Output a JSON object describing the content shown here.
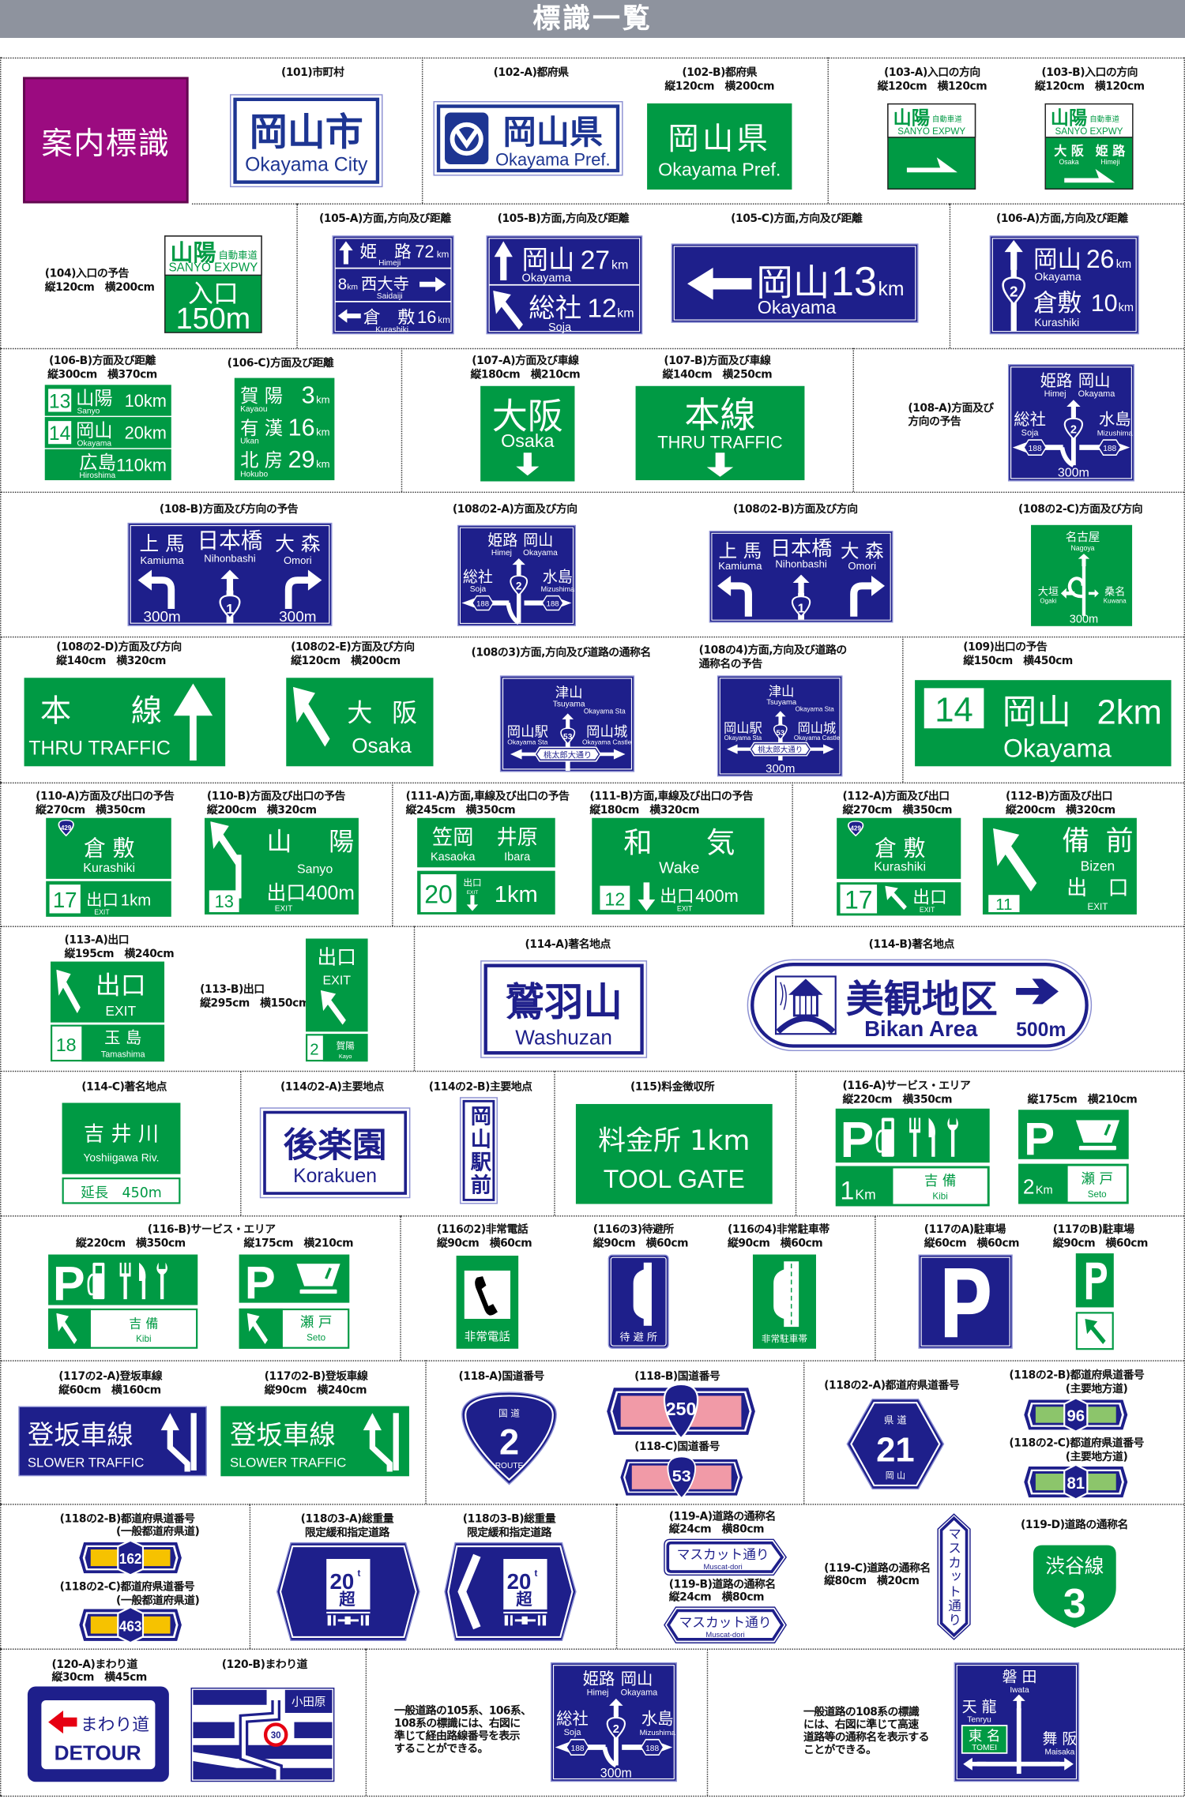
{
  "page_title": "標識一覧",
  "category": "案内標識",
  "colors": {
    "guide_blue": "#1e1f8b",
    "guide_green": "#009a44",
    "category_purple": "#9b0b80",
    "title_gray": "#8e939e",
    "route_pink": "#f19aa7",
    "main_pref_route_green": "#8cc56b",
    "pref_route_yellow": "#f6c200",
    "detour_red": "#e60012"
  },
  "s101": {
    "label": "(101)市町村",
    "jp": "岡山市",
    "en": "Okayama City"
  },
  "s102a": {
    "label": "(102-A)都府県",
    "jp": "岡山県",
    "en": "Okayama Pref."
  },
  "s102b": {
    "label": "(102-B)都府県",
    "dims": "縦120cm　横200cm",
    "jp": "岡山県",
    "en": "Okayama Pref."
  },
  "s103a": {
    "label": "(103-A)入口の方向",
    "dims": "縦120cm　横120cm",
    "name_jp": "山陽",
    "name_suffix": "自動車道",
    "name_en": "SANYO EXPWY"
  },
  "s103b": {
    "label": "(103-B)入口の方向",
    "dims": "縦120cm　横120cm",
    "name_jp": "山陽",
    "name_suffix": "自動車道",
    "name_en": "SANYO EXPWY",
    "dest1_jp": "大 阪",
    "dest1_en": "Osaka",
    "dest2_jp": "姫 路",
    "dest2_en": "Himeji"
  },
  "s104": {
    "label": "(104)入口の予告",
    "dims": "縦120cm　横200cm",
    "name_jp": "山陽",
    "name_suffix": "自動車道",
    "name_en": "SANYO EXPWY",
    "entrance": "入口",
    "distance": "150m"
  },
  "s105a": {
    "label": "(105-A)方面,方向及び距離",
    "rows": [
      {
        "jp": "姫　路",
        "en": "Himeji",
        "dist": "72",
        "unit": "km"
      },
      {
        "jp": "西大寺",
        "en": "Saidaiji",
        "dist": "8",
        "unit": "km"
      },
      {
        "jp": "倉　敷",
        "en": "Kurashiki",
        "dist": "16",
        "unit": "km"
      }
    ]
  },
  "s105b": {
    "label": "(105-B)方面,方向及び距離",
    "rows": [
      {
        "jp": "岡山",
        "en": "Okayama",
        "dist": "27",
        "unit": "km"
      },
      {
        "jp": "総社",
        "en": "Soja",
        "dist": "12",
        "unit": "km"
      }
    ]
  },
  "s105c": {
    "label": "(105-C)方面,方向及び距離",
    "jp": "岡山",
    "en": "Okayama",
    "dist": "13",
    "unit": "km"
  },
  "s106a": {
    "label": "(106-A)方面,方向及び距離",
    "route": "2",
    "rows": [
      {
        "jp": "岡山",
        "en": "Okayama",
        "dist": "26",
        "unit": "km"
      },
      {
        "jp": "倉敷",
        "en": "Kurashiki",
        "dist": "10",
        "unit": "km"
      }
    ]
  },
  "s106b": {
    "label": "(106-B)方面及び距離",
    "dims": "縦300cm　横370cm",
    "rows": [
      {
        "num": "13",
        "jp": "山陽",
        "en": "Sanyo",
        "dist": "10km"
      },
      {
        "num": "14",
        "jp": "岡山",
        "en": "Okayama",
        "dist": "20km"
      },
      {
        "jp": "広島",
        "en": "Hiroshima",
        "dist": "110km"
      }
    ]
  },
  "s106c": {
    "label": "(106-C)方面及び距離",
    "rows": [
      {
        "jp": "賀 陽",
        "en": "Kayaou",
        "dist": "3",
        "unit": "km"
      },
      {
        "jp": "有 漢",
        "en": "Ukan",
        "dist": "16",
        "unit": "km"
      },
      {
        "jp": "北 房",
        "en": "Hokubo",
        "dist": "29",
        "unit": "km"
      }
    ]
  },
  "s107a": {
    "label": "(107-A)方面及び車線",
    "dims": "縦180cm　横210cm",
    "jp": "大阪",
    "en": "Osaka"
  },
  "s107b": {
    "label": "(107-B)方面及び車線",
    "dims": "縦140cm　横250cm",
    "jp": "本線",
    "en": "THRU TRAFFIC"
  },
  "s108a": {
    "label_lines": [
      "(108-A)方面及び",
      "方向の予告"
    ],
    "up_left_jp": "姫路",
    "up_left_en": "Himej",
    "up_right_jp": "岡山",
    "up_right_en": "Okayama",
    "left_jp": "総社",
    "left_en": "Soja",
    "right_jp": "水島",
    "right_en": "Mizushima",
    "route": "2",
    "pref_route": "188",
    "dist": "300m"
  },
  "s108b": {
    "label": "(108-B)方面及び方向の予告",
    "left_jp": "上 馬",
    "left_en": "Kamiuma",
    "center_jp": "日本橋",
    "center_en": "Nihonbashi",
    "right_jp": "大 森",
    "right_en": "Omori",
    "route": "1",
    "dist": "300m"
  },
  "s108_2a": {
    "label": "(108の2-A)方面及び方向",
    "up_left_jp": "姫路",
    "up_left_en": "Himej",
    "up_right_jp": "岡山",
    "up_right_en": "Okayama",
    "left_jp": "総社",
    "left_en": "Soja",
    "right_jp": "水島",
    "right_en": "Mizushima",
    "route": "2",
    "pref_route": "188"
  },
  "s108_2b": {
    "label": "(108の2-B)方面及び方向",
    "left_jp": "上 馬",
    "left_en": "Kamiuma",
    "center_jp": "日本橋",
    "center_en": "Nihonbashi",
    "right_jp": "大 森",
    "right_en": "Omori",
    "route": "1"
  },
  "s108_2c": {
    "label": "(108の2-C)方面及び方向",
    "up_jp": "名古屋",
    "up_en": "Nagoya",
    "left_jp": "大垣",
    "left_en": "Ogaki",
    "right_jp": "桑名",
    "right_en": "Kuwana",
    "dist": "300m"
  },
  "s108_2d": {
    "label": "(108の2-D)方面及び方向",
    "dims": "縦140cm　横320cm",
    "jp_1": "本",
    "jp_2": "線",
    "en": "THRU TRAFFIC"
  },
  "s108_2e": {
    "label": "(108の2-E)方面及び方向",
    "dims": "縦120cm　横200cm",
    "jp_1": "大",
    "jp_2": "阪",
    "en": "Osaka"
  },
  "s108_3": {
    "label": "(108の3)方面,方向及び道路の通称名",
    "up_jp": "津山",
    "up_en": "Tsuyama",
    "extra_en": "Okayama Sta",
    "left_jp": "岡山駅",
    "left_en": "Okayama Sta",
    "right_jp": "岡山城",
    "right_en": "Okayama Castle",
    "route": "53",
    "road_name": "桃太郎大通り"
  },
  "s108_4": {
    "label_lines": [
      "(108の4)方面,方向及び道路の",
      "通称名の予告"
    ],
    "up_jp": "津山",
    "up_en": "Tsuyama",
    "extra_en": "Okayama Sta",
    "left_jp": "岡山駅",
    "left_en": "Okayama Sta",
    "right_jp": "岡山城",
    "right_en": "Okayama Castle",
    "route": "53",
    "road_name": "桃太郎大通り",
    "dist": "300m"
  },
  "s109": {
    "label": "(109)出口の予告",
    "dims": "縦150cm　横450cm",
    "exit_num": "14",
    "jp": "岡山",
    "dist": "2km",
    "en": "Okayama"
  },
  "s110a": {
    "label": "(110-A)方面及び出口の予告",
    "dims": "縦270cm　横350cm",
    "route": "429",
    "jp": "倉 敷",
    "en": "Kurashiki",
    "exit_num": "17",
    "exit_jp": "出口",
    "dist": "1km",
    "exit_en": "EXIT"
  },
  "s110b": {
    "label": "(110-B)方面及び出口の予告",
    "dims": "縦200cm　横320cm",
    "jp_1": "山",
    "jp_2": "陽",
    "en": "Sanyo",
    "exit_jp": "出口",
    "dist": "400m",
    "exit_en": "EXIT",
    "exit_num": "13"
  },
  "s111a": {
    "label": "(111-A)方面,車線及び出口の予告",
    "dims": "縦245cm　横350cm",
    "left_jp": "笠岡",
    "left_en": "Kasaoka",
    "right_jp": "井原",
    "right_en": "Ibara",
    "exit_num": "20",
    "exit_jp": "出口",
    "exit_en": "EXIT",
    "dist": "1km"
  },
  "s111b": {
    "label": "(111-B)方面,車線及び出口の予告",
    "dims": "縦180cm　横320cm",
    "jp_1": "和",
    "jp_2": "気",
    "en": "Wake",
    "exit_num": "12",
    "exit_jp": "出口",
    "dist": "400m",
    "exit_en": "EXIT"
  },
  "s112a": {
    "label": "(112-A)方面及び出口",
    "dims": "縦270cm　横350cm",
    "route": "429",
    "jp": "倉 敷",
    "en": "Kurashiki",
    "exit_num": "17",
    "exit_jp": "出口",
    "exit_en": "EXIT"
  },
  "s112b": {
    "label": "(112-B)方面及び出口",
    "dims": "縦200cm　横320cm",
    "jp_1": "備",
    "jp_2": "前",
    "en": "Bizen",
    "exit_jp": "出　口",
    "exit_en": "EXIT",
    "exit_num": "11"
  },
  "s113a": {
    "label": "(113-A)出口",
    "dims": "縦195cm　横240cm",
    "exit_jp": "出口",
    "exit_en": "EXIT",
    "exit_num": "18",
    "jp": "玉 島",
    "en": "Tamashima"
  },
  "s113b": {
    "label": "(113-B)出口",
    "dims": "縦295cm　横150cm",
    "exit_jp": "出口",
    "exit_en": "EXIT",
    "exit_num": "2",
    "jp": "賀陽",
    "en": "Kayo"
  },
  "s114a": {
    "label": "(114-A)著名地点",
    "jp": "鷲羽山",
    "en": "Washuzan"
  },
  "s114b": {
    "label": "(114-B)著名地点",
    "jp": "美観地区",
    "en": "Bikan Area",
    "dist": "500m"
  },
  "s114c": {
    "label": "(114-C)著名地点",
    "jp": "吉 井 川",
    "en": "Yoshiigawa Riv.",
    "length": "延長　450m"
  },
  "s114_2a": {
    "label": "(114の2-A)主要地点",
    "jp": "後楽園",
    "en": "Korakuen"
  },
  "s114_2b": {
    "label": "(114の2-B)主要地点",
    "jp": "岡山駅前"
  },
  "s115": {
    "label": "(115)料金徴収所",
    "jp": "料金所 1km",
    "en": "TOOL GATE"
  },
  "s116a": {
    "label": "(116-A)サービス・エリア",
    "dims_1": "縦220cm　横350cm",
    "dims_2": "縦175cm　横210cm",
    "parking": "P",
    "sign1": {
      "dist": "1",
      "unit": "Km",
      "jp": "吉 備",
      "en": "Kibi"
    },
    "sign2": {
      "dist": "2",
      "unit": "Km",
      "jp": "瀬 戸",
      "en": "Seto"
    }
  },
  "s116b": {
    "label": "(116-B)サービス・エリア",
    "dims_1": "縦220cm　横350cm",
    "dims_2": "縦175cm　横210cm",
    "parking": "P",
    "sign1": {
      "jp": "吉 備",
      "en": "Kibi"
    },
    "sign2": {
      "jp": "瀬 戸",
      "en": "Seto"
    }
  },
  "s116_2": {
    "label": "(116の2)非常電話",
    "dims": "縦90cm　横60cm",
    "text": "非常電話"
  },
  "s116_3": {
    "label": "(116の3)待避所",
    "dims": "縦90cm　横60cm",
    "text": "待 避 所"
  },
  "s116_4": {
    "label": "(116の4)非常駐車帯",
    "dims": "縦90cm　横60cm",
    "text": "非常駐車帯"
  },
  "s117a": {
    "label": "(117のA)駐車場",
    "dims": "縦60cm　横60cm"
  },
  "s117b": {
    "label": "(117のB)駐車場",
    "dims": "縦90cm　横60cm"
  },
  "s117_2a": {
    "label": "(117の2-A)登坂車線",
    "dims": "縦60cm　横160cm",
    "jp": "登坂車線",
    "en": "SLOWER TRAFFIC"
  },
  "s117_2b": {
    "label": "(117の2-B)登坂車線",
    "dims": "縦90cm　横240cm",
    "jp": "登坂車線",
    "en": "SLOWER TRAFFIC"
  },
  "s118a": {
    "label": "(118-A)国道番号",
    "top": "国 道",
    "num": "2",
    "bottom": "ROUTE"
  },
  "s118b": {
    "label": "(118-B)国道番号",
    "num": "250"
  },
  "s118c": {
    "label": "(118-C)国道番号",
    "num": "53"
  },
  "s118_2a": {
    "label": "(118の2-A)都道府県道番号",
    "top": "県 道",
    "num": "21",
    "bottom": "岡 山"
  },
  "s118_2b_main": {
    "label": "(118の2-B)都道府県道番号",
    "sub": "(主要地方道)",
    "num": "96"
  },
  "s118_2c_main": {
    "label": "(118の2-C)都道府県道番号",
    "sub": "(主要地方道)",
    "num": "81"
  },
  "s118_2b_gen": {
    "label": "(118の2-B)都道府県道番号",
    "sub": "(一般都道府県道)",
    "num": "162"
  },
  "s118_2c_gen": {
    "label": "(118の2-C)都道府県道番号",
    "sub": "(一般都道府県道)",
    "num": "463"
  },
  "s118_3a": {
    "label_lines": [
      "(118の3-A)総重量",
      "限定緩和指定道路"
    ],
    "weight": "20",
    "unit": "t",
    "over": "超"
  },
  "s118_3b": {
    "label_lines": [
      "(118の3-B)総重量",
      "限定緩和指定道路"
    ],
    "weight": "20",
    "unit": "t",
    "over": "超"
  },
  "s119a": {
    "label": "(119-A)道路の通称名",
    "dims": "縦24cm　横80cm",
    "jp": "マスカット通り",
    "en": "Muscat-dori"
  },
  "s119b": {
    "label": "(119-B)道路の通称名",
    "dims": "縦24cm　横80cm",
    "jp": "マスカット通り",
    "en": "Muscat-dori"
  },
  "s119c": {
    "label": "(119-C)道路の通称名",
    "dims": "縦80cm　横20cm",
    "jp": "マスカット通り"
  },
  "s119d": {
    "label": "(119-D)道路の通称名",
    "jp": "渋谷線",
    "num": "3"
  },
  "s120a": {
    "label": "(120-A)まわり道",
    "dims": "縦30cm　横45cm",
    "jp": "まわり道",
    "en": "DETOUR"
  },
  "s120b": {
    "label": "(120-B)まわり道",
    "dest": "小田原",
    "speed": "30"
  },
  "note1": {
    "lines": [
      "一般道路の105系、106系、",
      "108系の標識には、右図に",
      "準じて経由路線番号を表示",
      "することができる。"
    ]
  },
  "ex1": {
    "up_left_jp": "姫路",
    "up_left_en": "Himej",
    "up_right_jp": "岡山",
    "up_right_en": "Okayama",
    "left_jp": "総社",
    "left_en": "Soja",
    "right_jp": "水島",
    "right_en": "Mizushima",
    "route": "2",
    "pref_route": "188",
    "dist": "300m"
  },
  "note2": {
    "lines": [
      "一般道路の108系の標識",
      "には、右図に準じて高速",
      "道路等の通称名を表示する",
      "ことができる。"
    ]
  },
  "ex2": {
    "up_jp": "磐 田",
    "up_en": "Iwata",
    "left_jp": "天 龍",
    "left_en": "Tenryu",
    "expwy_jp": "東 名",
    "expwy_en": "TOMEI",
    "right_jp": "舞 阪",
    "right_en": "Maisaka"
  }
}
